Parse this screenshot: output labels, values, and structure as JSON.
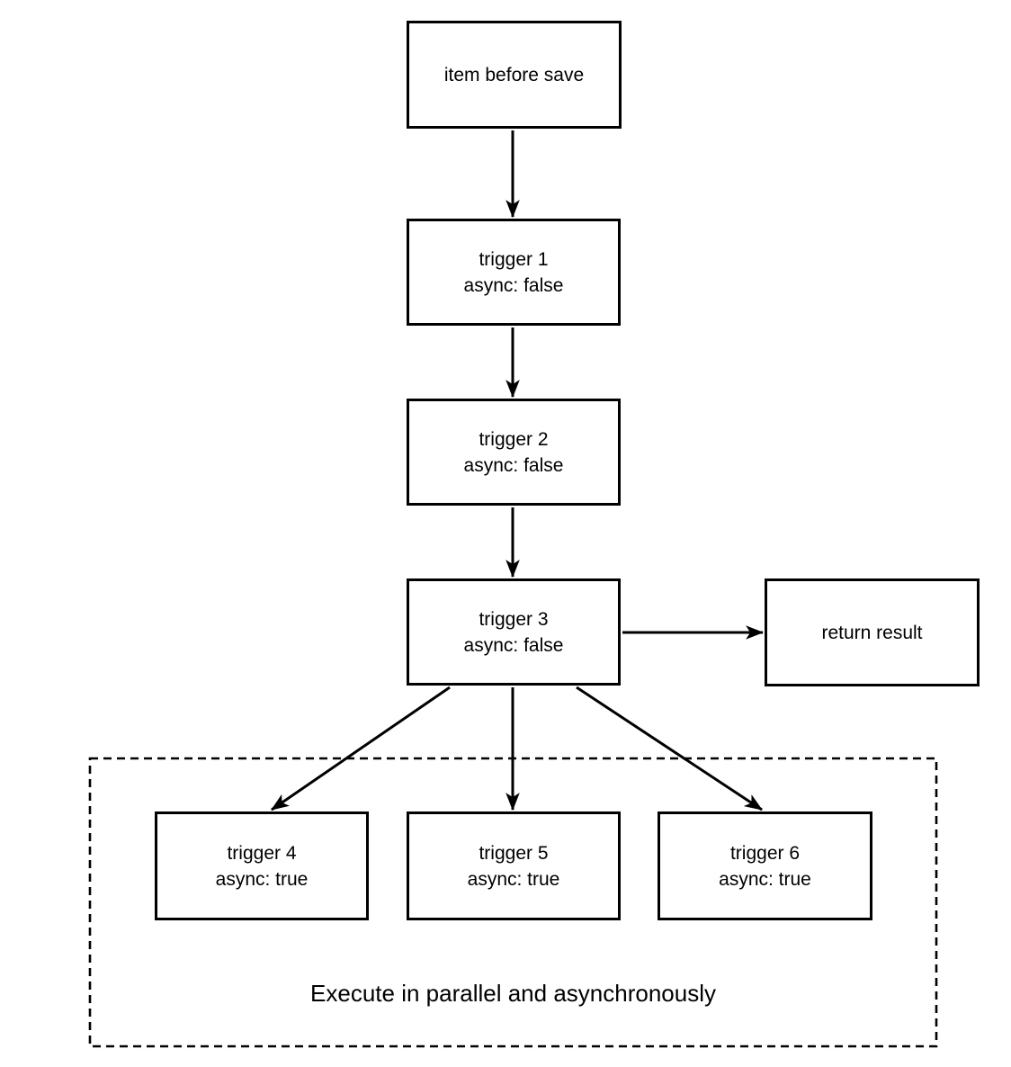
{
  "diagram": {
    "background_color": "#ffffff",
    "stroke_color": "#000000",
    "nodes": {
      "item_before_save": {
        "label": "item before save"
      },
      "trigger_1": {
        "title": "trigger 1",
        "subtitle": "async: false"
      },
      "trigger_2": {
        "title": "trigger 2",
        "subtitle": "async: false"
      },
      "trigger_3": {
        "title": "trigger 3",
        "subtitle": "async: false"
      },
      "return_result": {
        "label": "return result"
      },
      "trigger_4": {
        "title": "trigger 4",
        "subtitle": "async: true"
      },
      "trigger_5": {
        "title": "trigger 5",
        "subtitle": "async: true"
      },
      "trigger_6": {
        "title": "trigger 6",
        "subtitle": "async: true"
      }
    },
    "parallel_group": {
      "label": "Execute in parallel and asynchronously",
      "border_style": "dashed"
    }
  }
}
